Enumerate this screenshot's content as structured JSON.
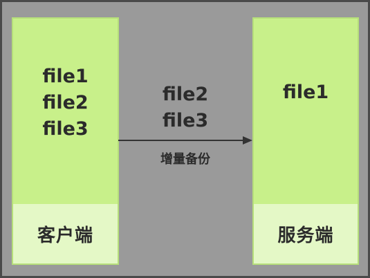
{
  "client": {
    "label": "客户端",
    "files": [
      "file1",
      "file2",
      "file3"
    ]
  },
  "server": {
    "label": "服务端",
    "files": [
      "file1"
    ]
  },
  "transfer": {
    "files": [
      "file2",
      "file3"
    ],
    "caption": "增量备份"
  },
  "colors": {
    "panel": "#c8f08a",
    "panel_footer": "#e4f8c6",
    "background": "#9a9a9a",
    "text": "#2b2b2b"
  }
}
